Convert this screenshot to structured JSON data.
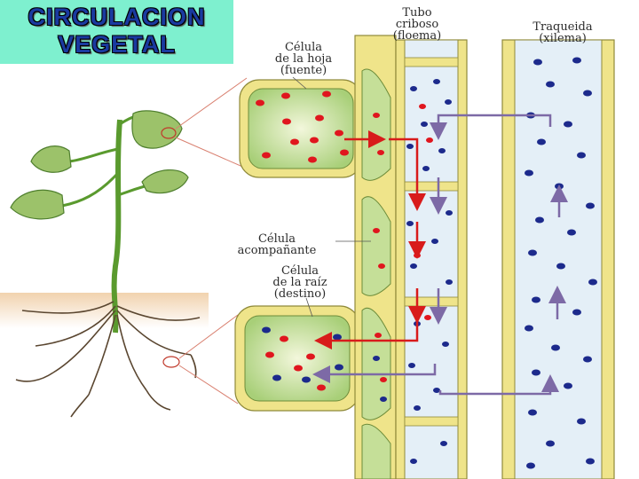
{
  "title": {
    "line1": "CIRCULACION",
    "line2": "VEGETAL"
  },
  "labels": {
    "sieve_tube": [
      "Tubo",
      "criboso",
      "(floema)"
    ],
    "tracheid": [
      "Traqueida",
      "(xilema)"
    ],
    "leaf_cell": [
      "Célula",
      "de la hoja",
      "(fuente)"
    ],
    "companion_cell": [
      "Célula",
      "acompañante"
    ],
    "root_cell": [
      "Célula",
      "de la raíz",
      "(destino)"
    ]
  },
  "colors": {
    "title_bg": "#7ef0cf",
    "title_text": "#1a3aa0",
    "sugar": "#e0161e",
    "water": "#1c2a8c",
    "sugar_flow": "#d81b1b",
    "water_flow": "#7d6aa6",
    "cell_fill": "#b9d98a",
    "wall": "#efe48a",
    "tube_fill": "#e4eff7",
    "stem": "#5a9a2e",
    "leaf": "#9cc26a",
    "soil": "#f4dcc0",
    "root": "#5a4630"
  }
}
